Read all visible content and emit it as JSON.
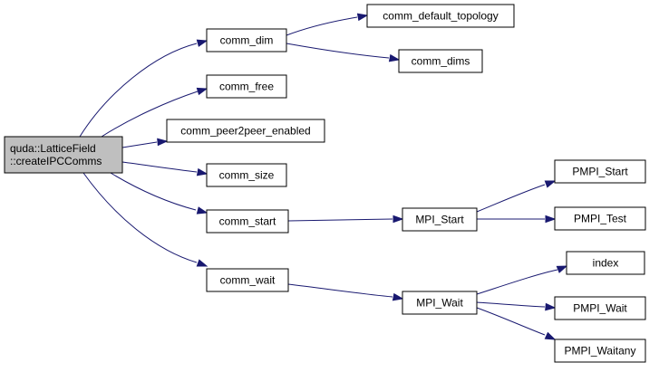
{
  "colors": {
    "root_fill": "#bfbfbf",
    "node_fill": "#ffffff",
    "border": "#000000",
    "edge": "#191970"
  },
  "nodes": {
    "root": {
      "lines": [
        "quda::LatticeField",
        "::createIPCComms"
      ]
    },
    "comm_dim": {
      "lines": [
        "comm_dim"
      ]
    },
    "comm_default_topology": {
      "lines": [
        "comm_default_topology"
      ]
    },
    "comm_dims": {
      "lines": [
        "comm_dims"
      ]
    },
    "comm_free": {
      "lines": [
        "comm_free"
      ]
    },
    "comm_peer2peer_enabled": {
      "lines": [
        "comm_peer2peer_enabled"
      ]
    },
    "comm_size": {
      "lines": [
        "comm_size"
      ]
    },
    "comm_start": {
      "lines": [
        "comm_start"
      ]
    },
    "MPI_Start": {
      "lines": [
        "MPI_Start"
      ]
    },
    "PMPI_Start": {
      "lines": [
        "PMPI_Start"
      ]
    },
    "PMPI_Test": {
      "lines": [
        "PMPI_Test"
      ]
    },
    "comm_wait": {
      "lines": [
        "comm_wait"
      ]
    },
    "MPI_Wait": {
      "lines": [
        "MPI_Wait"
      ]
    },
    "index": {
      "lines": [
        "index"
      ]
    },
    "PMPI_Wait": {
      "lines": [
        "PMPI_Wait"
      ]
    },
    "PMPI_Waitany": {
      "lines": [
        "PMPI_Waitany"
      ]
    }
  },
  "edges": [
    {
      "from": "root",
      "to": "comm_dim"
    },
    {
      "from": "comm_dim",
      "to": "comm_default_topology"
    },
    {
      "from": "comm_dim",
      "to": "comm_dims"
    },
    {
      "from": "root",
      "to": "comm_free"
    },
    {
      "from": "root",
      "to": "comm_peer2peer_enabled"
    },
    {
      "from": "root",
      "to": "comm_size"
    },
    {
      "from": "root",
      "to": "comm_start"
    },
    {
      "from": "comm_start",
      "to": "MPI_Start"
    },
    {
      "from": "MPI_Start",
      "to": "PMPI_Start"
    },
    {
      "from": "MPI_Start",
      "to": "PMPI_Test"
    },
    {
      "from": "root",
      "to": "comm_wait"
    },
    {
      "from": "comm_wait",
      "to": "MPI_Wait"
    },
    {
      "from": "MPI_Wait",
      "to": "index"
    },
    {
      "from": "MPI_Wait",
      "to": "PMPI_Wait"
    },
    {
      "from": "MPI_Wait",
      "to": "PMPI_Waitany"
    }
  ]
}
